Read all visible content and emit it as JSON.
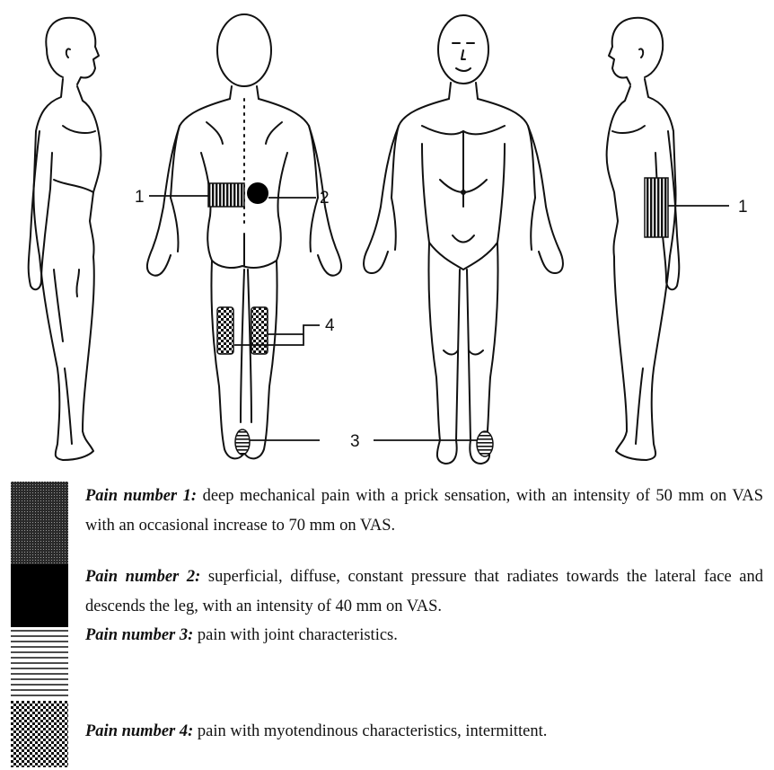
{
  "figure": {
    "callouts": {
      "back_1": "1",
      "back_2": "2",
      "back_3": "3",
      "back_4": "4",
      "right_1": "1"
    }
  },
  "legend": {
    "items": [
      {
        "number_label": "Pain number 1:",
        "description": "deep mechanical pain with a prick sensation, with an intensity of 50 mm on VAS with an occasional increase to 70 mm on VAS.",
        "pattern": "fine-dots"
      },
      {
        "number_label": "Pain number 2:",
        "description": "superficial, diffuse, constant pressure that radiates towards the lateral face and descends the leg, with an intensity of 40 mm on VAS.",
        "pattern": "solid-black"
      },
      {
        "number_label": "Pain number 3:",
        "description": "pain with joint characteristics.",
        "pattern": "horizontal-lines"
      },
      {
        "number_label": "Pain number 4:",
        "description": "pain with myotendinous characteristics, intermittent.",
        "pattern": "checkerboard"
      }
    ]
  }
}
